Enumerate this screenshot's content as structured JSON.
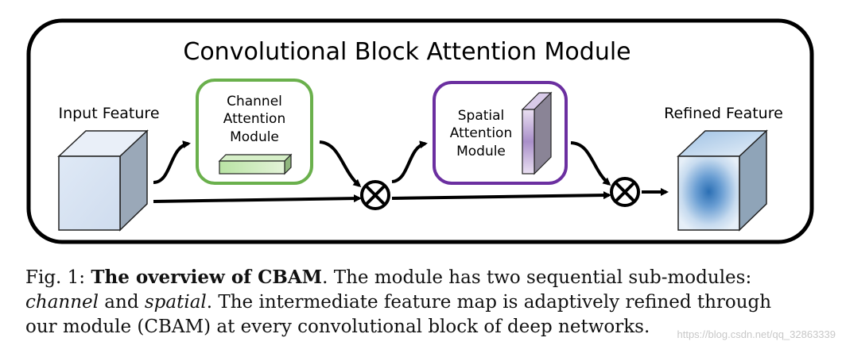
{
  "diagram": {
    "title": "Convolutional Block Attention Module",
    "input_label": "Input Feature",
    "channel_module": {
      "line1": "Channel",
      "line2": "Attention",
      "line3": "Module",
      "border_color": "#6ab04c"
    },
    "spatial_module": {
      "line1": "Spatial",
      "line2": "Attention",
      "line3": "Module",
      "border_color": "#6b2fa0"
    },
    "output_label": "Refined Feature",
    "operator_icon": "multiply-circle-icon"
  },
  "caption": {
    "prefix": "Fig. 1: ",
    "bold": "The overview of CBAM",
    "text1": ". The module has two sequential sub-modules:",
    "italic1": "channel",
    "text2": " and ",
    "italic2": "spatial",
    "text3": ". The intermediate feature map is adaptively refined through",
    "text4": "our module (CBAM) at every convolutional block of deep networks."
  },
  "watermark": "https://blog.csdn.net/qq_32863339"
}
